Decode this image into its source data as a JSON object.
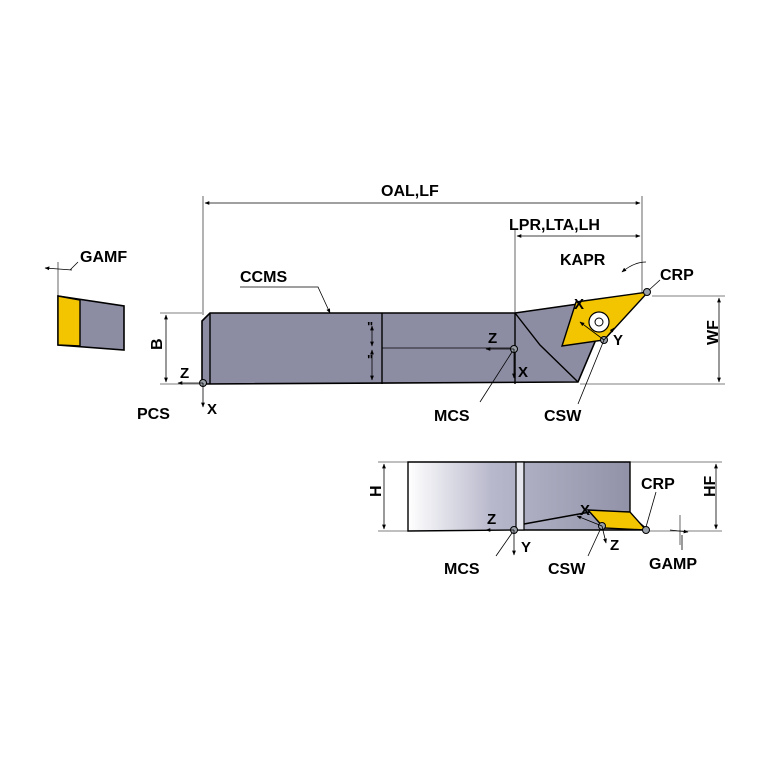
{
  "labels": {
    "oal_lf": "OAL,LF",
    "lpr_lta_lh": "LPR,LTA,LH",
    "kapr": "KAPR",
    "crp_top": "CRP",
    "crp_side": "CRP",
    "gamf": "GAMF",
    "ccms": "CCMS",
    "b": "B",
    "wf": "WF",
    "h": "H",
    "hf": "HF",
    "pcs": "PCS",
    "mcs_top": "MCS",
    "mcs_side": "MCS",
    "csw_top": "CSW",
    "csw_side": "CSW",
    "gamp": "GAMP"
  },
  "axes": {
    "pcs_z": "Z",
    "pcs_x": "X",
    "mcs_top_z": "Z",
    "mcs_top_x": "X",
    "csw_top_x": "X",
    "csw_top_y": "Y",
    "mcs_side_z": "Z",
    "mcs_side_y": "Y",
    "csw_side_x": "X",
    "csw_side_z": "Z"
  },
  "colors": {
    "shank": "#8c8ca3",
    "insert": "#f3c400",
    "outline": "#000000"
  }
}
